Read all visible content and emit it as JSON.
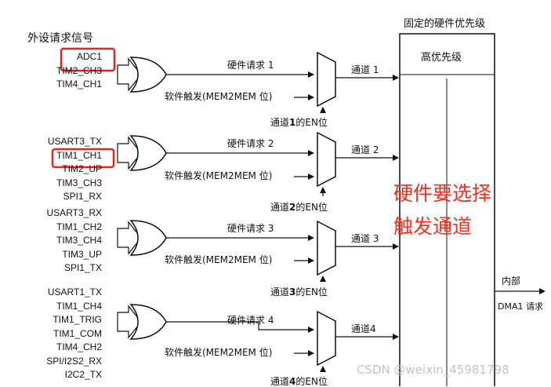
{
  "title_left": "外设请求信号",
  "title_right": "固定的硬件优先级",
  "high_priority": "高优先级",
  "internal": "内部",
  "dma_request": "DMA1 请求",
  "annotation_line1": "硬件要选择",
  "annotation_line2": "触发通道",
  "watermark": "CSDN @weixin_45981798",
  "colors": {
    "highlight": "#e8231b",
    "annotation": "#ff2a1a",
    "line": "#111111"
  },
  "groups": [
    {
      "signals": [
        "ADC1",
        "TIM2_CH3",
        "TIM4_CH1"
      ],
      "hw_req": "硬件请求 1",
      "sw_trig": "软件触发(MEM2MEM 位)",
      "channel": "通道 1",
      "en_pre": "通道",
      "en_num": "1",
      "en_post": "的EN位"
    },
    {
      "signals": [
        "USART3_TX",
        "TIM1_CH1",
        "TIM2_UP",
        "TIM3_CH3",
        "SPI1_RX"
      ],
      "hw_req": "硬件请求 2",
      "sw_trig": "软件触发(MEM2MEM 位)",
      "channel": "通道 2",
      "en_pre": "通道",
      "en_num": "2",
      "en_post": "的EN位"
    },
    {
      "signals": [
        "USART3_RX",
        "TIM1_CH2",
        "TIM3_CH4",
        "TIM3_UP",
        "SPI1_TX"
      ],
      "hw_req": "硬件请求 3",
      "sw_trig": "软件触发(MEM2MEM 位)",
      "channel": "通道 3",
      "en_pre": "通道",
      "en_num": "3",
      "en_post": "的EN位"
    },
    {
      "signals": [
        "USART1_TX",
        "TIM1_CH4",
        "TIM1_TRIG",
        "TIM1_COM",
        "TIM4_CH2",
        "SPI/I2S2_RX",
        "I2C2_TX"
      ],
      "hw_req": "硬件请求 4",
      "sw_trig": "软件触发(MEM2MEM 位)",
      "channel": "通道4",
      "en_pre": "通道",
      "en_num": "4",
      "en_post": "的EN位"
    }
  ]
}
